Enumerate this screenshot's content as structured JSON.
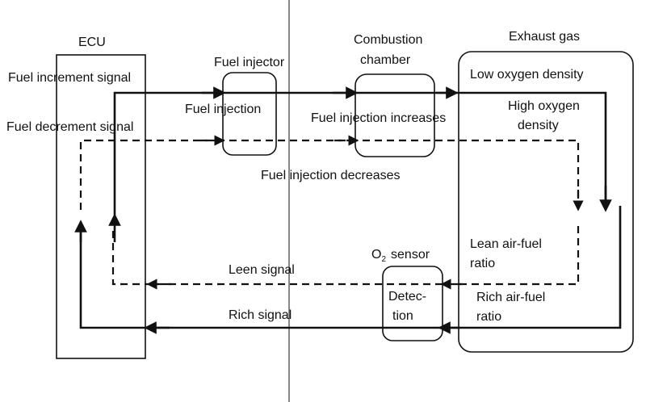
{
  "diagram": {
    "ecu_label": "ECU",
    "fuel_increment_signal": "Fuel increment signal",
    "fuel_decrement_signal": "Fuel decrement signal",
    "fuel_injector": "Fuel injector",
    "fuel_injection": "Fuel injection",
    "combustion_chamber_line1": "Combustion",
    "combustion_chamber_line2": "chamber",
    "fuel_injection_increases": "Fuel injection increases",
    "fuel_injection_decreases": "Fuel injection decreases",
    "exhaust_gas": "Exhaust gas",
    "low_oxygen_density": "Low oxygen density",
    "high_oxygen_line1": "High oxygen",
    "high_oxygen_line2": "density",
    "lean_af_line1": "Lean air-fuel",
    "lean_af_line2": "ratio",
    "rich_af_line1": "Rich air-fuel",
    "rich_af_line2": "ratio",
    "o2_sensor_prefix": "O",
    "o2_sensor_sub": "2",
    "o2_sensor_suffix": "sensor",
    "detection_line1": "Detec-",
    "detection_line2": "tion",
    "leen_signal": "Leen signal",
    "rich_signal": "Rich signal"
  }
}
